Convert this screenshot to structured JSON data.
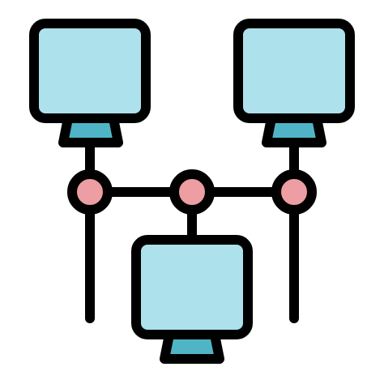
{
  "icon": {
    "name": "computer-network-icon",
    "nodes": [
      "monitor",
      "monitor",
      "monitor"
    ],
    "connection_points": 3
  },
  "colors": {
    "outline": "#000000",
    "screen_fill": "#ADE1EB",
    "stand_fill": "#4FB5C6",
    "node_fill": "#EC9EA2",
    "background": "#FFFFFF"
  }
}
